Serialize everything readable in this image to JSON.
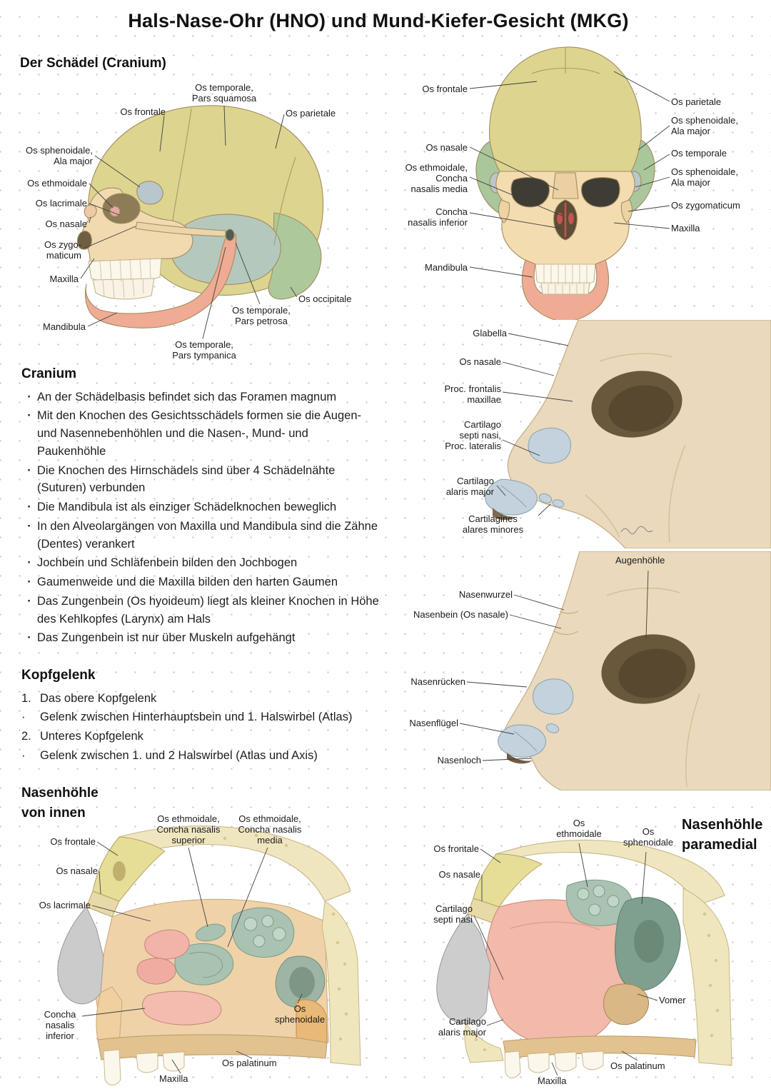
{
  "title": "Hals-Nase-Ohr (HNO) und Mund-Kiefer-Gesicht (MKG)",
  "left": {
    "schaedel_heading": "Der Schädel (Cranium)",
    "cranium": {
      "heading": "Cranium",
      "bullets": [
        "An der Schädelbasis befindet sich das Foramen magnum",
        "Mit den Knochen des Gesichtsschädels formen sie die Augen- und Nasennebenhöhlen und die Nasen-, Mund- und Paukenhöhle",
        "Die Knochen des Hirnschädels sind über 4 Schädelnähte (Suturen) verbunden",
        "Die Mandibula ist als einziger Schädelknochen beweglich",
        "In den Alveolargängen von Maxilla und Mandibula sind die Zähne (Dentes) verankert",
        "Jochbein und Schläfenbein bilden den Jochbogen",
        "Gaumenweide und die Maxilla bilden den harten Gaumen",
        "Das Zungenbein (Os hyoideum) liegt als kleiner Knochen in Höhe des Kehlkopfes (Larynx) am Hals",
        "Das Zungenbein ist nur über Muskeln aufgehängt"
      ]
    },
    "kopfgelenk": {
      "heading": "Kopfgelenk",
      "items": [
        {
          "marker": "1.",
          "text": "Das obere Kopfgelenk"
        },
        {
          "marker": "·",
          "text": "Gelenk zwischen Hinterhauptsbein und 1. Halswirbel (Atlas)"
        },
        {
          "marker": "2.",
          "text": "Unteres Kopfgelenk"
        },
        {
          "marker": "·",
          "text": "Gelenk zwischen 1. und 2 Halswirbel (Atlas und Axis)"
        }
      ]
    },
    "nasenhoehle_heading": "Nasenhöhle",
    "nasenhoehle_sub": "von innen"
  },
  "figures": {
    "lateral": {
      "labels": {
        "squamosa": "Os temporale,\nPars squamosa",
        "frontale": "Os frontale",
        "parietale": "Os parietale",
        "sphenoidale": "Os sphenoidale,\nAla major",
        "ethmoidale": "Os ethmoidale",
        "lacrimale": "Os lacrimale",
        "nasale": "Os nasale",
        "zygomaticum": "Os zygo-\nmaticum",
        "maxilla": "Maxilla",
        "mandibula": "Mandibula",
        "occipitale": "Os occipitale",
        "petrosa": "Os temporale,\nPars petrosa",
        "tympanica": "Os temporale,\nPars tympanica"
      }
    },
    "frontal": {
      "labels": {
        "frontale": "Os frontale",
        "nasale": "Os nasale",
        "ethmoid_media": "Os ethmoidale,\nConcha\nnasalis media",
        "concha_inferior": "Concha\nnasalis inferior",
        "mandibula": "Mandibula",
        "parietale": "Os parietale",
        "sphenoidale_a": "Os sphenoidale,\nAla major",
        "temporale": "Os temporale",
        "sphenoidale_b": "Os sphenoidale,\nAla major",
        "zygomaticum": "Os zygomaticum",
        "maxilla": "Maxilla"
      }
    },
    "nose_cartilage": {
      "labels": {
        "glabella": "Glabella",
        "nasale": "Os nasale",
        "proc_frontalis": "Proc. frontalis\nmaxillae",
        "septi": "Cartilago\nsepti nasi,\nProc. lateralis",
        "alaris": "Cartilago\nalaris major",
        "minores": "Cartilagines\nalares minores"
      }
    },
    "nose_external": {
      "labels": {
        "augenhoehle": "Augenhöhle",
        "nasenwurzel": "Nasenwurzel",
        "nasenbein": "Nasenbein (Os nasale)",
        "nasenruecken": "Nasenrücken",
        "nasenfluegel": "Nasenflügel",
        "nasenloch": "Nasenloch"
      }
    },
    "inner": {
      "labels": {
        "frontale": "Os frontale",
        "nasale": "Os nasale",
        "lacrimale": "Os lacrimale",
        "concha_superior": "Os ethmoidale,\nConcha nasalis\nsuperior",
        "concha_media": "Os ethmoidale,\nConcha nasalis\nmedia",
        "concha_inferior": "Concha\nnasalis\ninferior",
        "sphenoidale": "Os\nsphenoidale",
        "palatinum": "Os palatinum",
        "maxilla": "Maxilla"
      }
    },
    "paramedial": {
      "heading1": "Nasenhöhle",
      "heading2": "paramedial",
      "labels": {
        "frontale": "Os frontale",
        "nasale": "Os nasale",
        "ethmoidale": "Os\nethmoidale",
        "sphenoidale": "Os\nsphenoidale",
        "septi": "Cartilago\nsepti nasi",
        "alaris": "Cartilago\nalaris major",
        "vomer": "Vomer",
        "palatinum": "Os palatinum",
        "maxilla": "Maxilla"
      }
    }
  },
  "palette": {
    "cranium_yellow": "#ddd48f",
    "temporal_green": "#b5c8bd",
    "occipital_green": "#adc99c",
    "face_peach": "#f2dab0",
    "mandible_salmon": "#efab93",
    "cartilage_blue": "#c3d2dc",
    "bone_beige": "#ead9bc",
    "concha_pink": "#f2b4a8",
    "sinus_teal": "#a9c2b1",
    "dot_grid": "#cbcbcb"
  }
}
